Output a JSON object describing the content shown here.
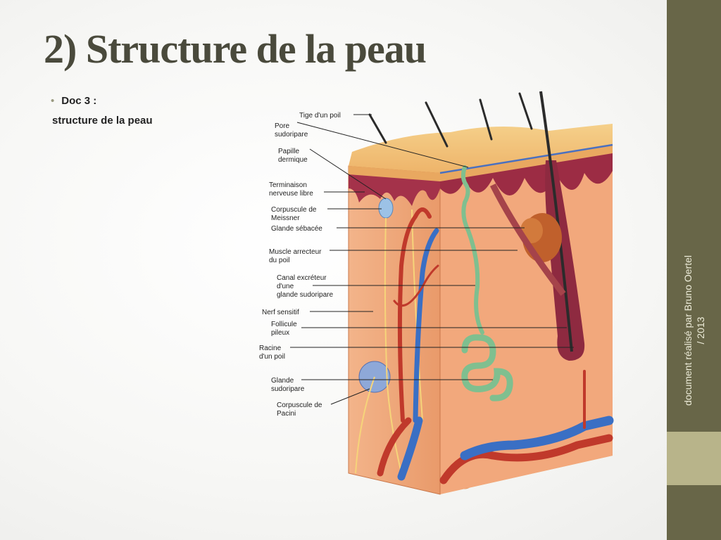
{
  "slide": {
    "title": "2) Structure de la peau",
    "bullet": "Doc 3 :",
    "subtitle": "structure de la peau",
    "credit_line1": "document réalisé par Bruno Oertel",
    "credit_line2": "/ 2013"
  },
  "colors": {
    "title": "#4a4a3c",
    "side_bar": "#686648",
    "side_block": "#b8b48a",
    "artery": "#c0392b",
    "vein": "#3a6fc4",
    "sweat_duct": "#7fbf8f",
    "dermis": "#f0a878",
    "epidermis": "#f2c27a"
  },
  "diagram": {
    "labels": [
      {
        "id": "tige",
        "lines": [
          "Tige d'un poil"
        ]
      },
      {
        "id": "pore",
        "lines": [
          "Pore",
          "sudoripare"
        ]
      },
      {
        "id": "papille",
        "lines": [
          "Papille",
          "dermique"
        ]
      },
      {
        "id": "terminaison",
        "lines": [
          "Terminaison",
          "nerveuse libre"
        ]
      },
      {
        "id": "meissner",
        "lines": [
          "Corpuscule de",
          "Meissner"
        ]
      },
      {
        "id": "sebacee",
        "lines": [
          "Glande sébacée"
        ]
      },
      {
        "id": "muscle",
        "lines": [
          "Muscle arrecteur",
          "du poil"
        ]
      },
      {
        "id": "canal",
        "lines": [
          "Canal excréteur",
          "d'une",
          "glande sudoripare"
        ]
      },
      {
        "id": "nerf",
        "lines": [
          "Nerf sensitif"
        ]
      },
      {
        "id": "follicule",
        "lines": [
          "Follicule",
          "pileux"
        ]
      },
      {
        "id": "racine",
        "lines": [
          "Racine",
          "d'un poil"
        ]
      },
      {
        "id": "glande",
        "lines": [
          "Glande",
          "sudoripare"
        ]
      },
      {
        "id": "pacini",
        "lines": [
          "Corpuscule de",
          "Pacini"
        ]
      }
    ]
  }
}
